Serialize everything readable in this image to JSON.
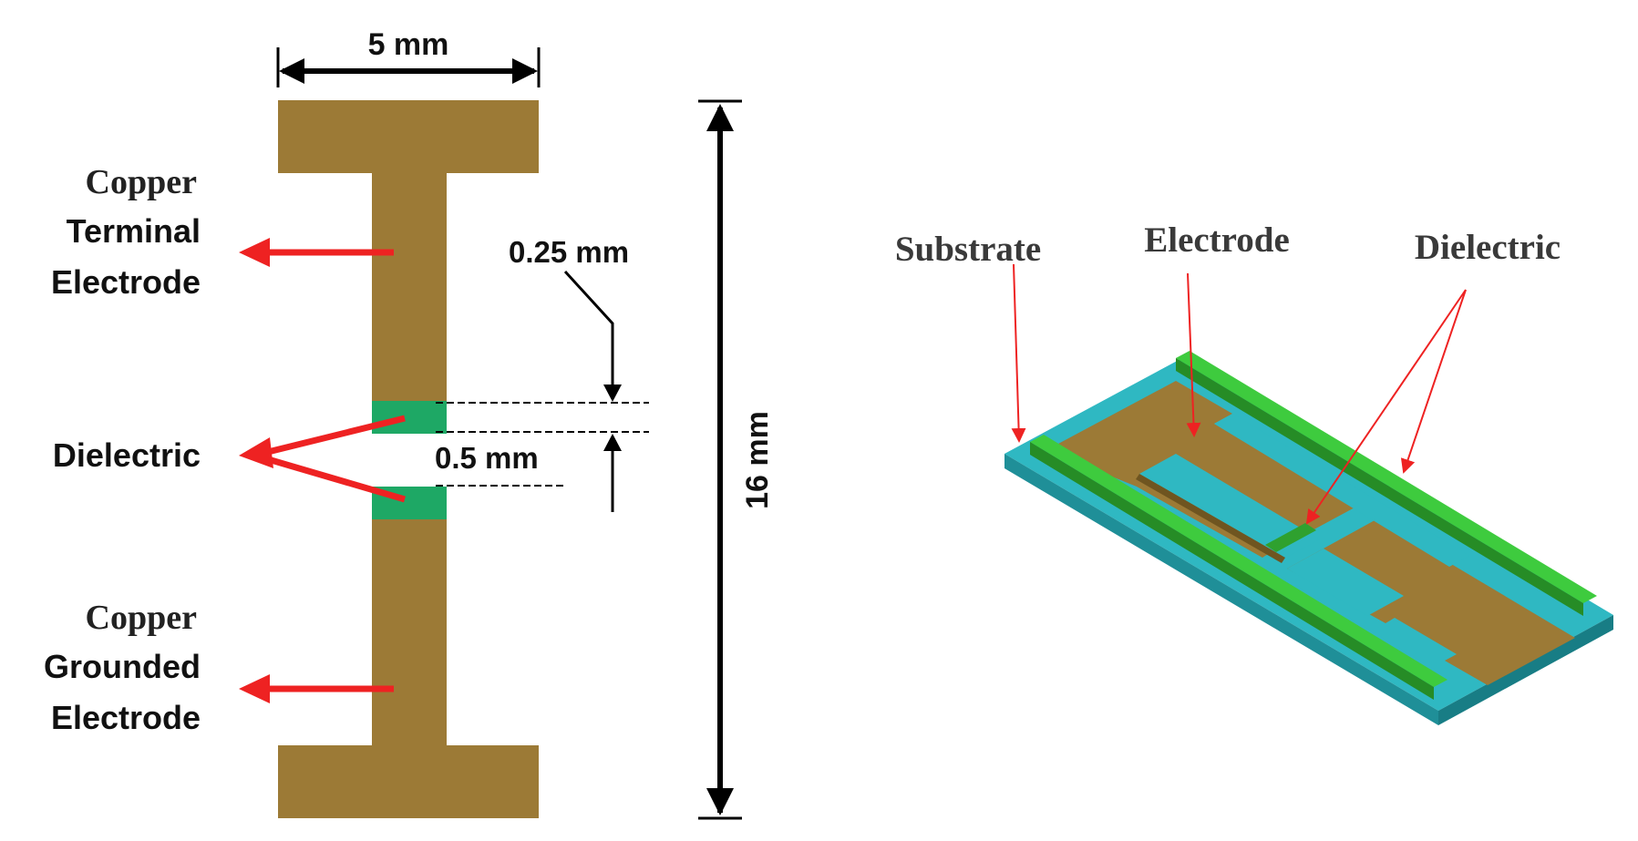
{
  "left_diagram": {
    "dimensions": {
      "width": "5 mm",
      "length": "16 mm",
      "gap_small": "0.25 mm",
      "gap_large": "0.5 mm"
    },
    "labels": {
      "terminal_line1": "Copper",
      "terminal_line2": "Terminal",
      "terminal_line3": "Electrode",
      "dielectric": "Dielectric",
      "grounded_line1": "Copper",
      "grounded_line2": "Grounded",
      "grounded_line3": "Electrode"
    }
  },
  "right_diagram": {
    "labels": {
      "substrate": "Substrate",
      "electrode": "Electrode",
      "dielectric": "Dielectric"
    }
  },
  "colors": {
    "copper": "#9c7a36",
    "dielectric": "#1ea865",
    "arrow": "#ee2222",
    "substrate": "#2fb8c2",
    "dielectric_3d": "#2fa12f"
  }
}
